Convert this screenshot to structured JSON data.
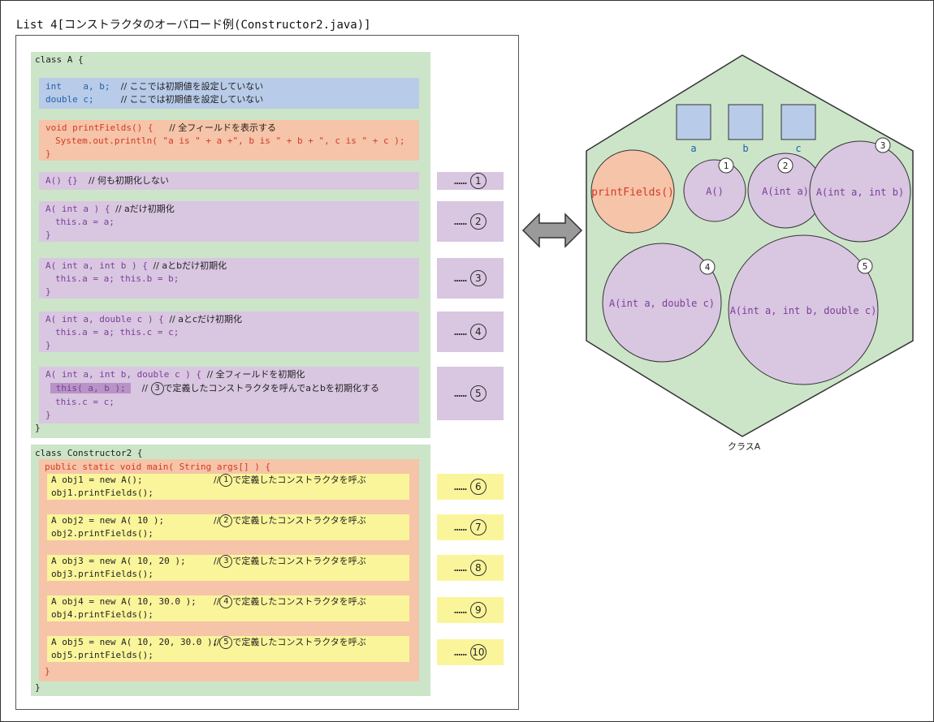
{
  "title": "List 4[コンストラクタのオーバロード例(Constructor2.java)]",
  "classA": {
    "open": "class A {",
    "close": "}",
    "fields": [
      {
        "code": "int    a, b;",
        "comment": "// ここでは初期値を設定していない"
      },
      {
        "code": "double c;",
        "comment": "// ここでは初期値を設定していない"
      }
    ],
    "printFields": {
      "l1_code": "void printFields() {",
      "l1_comment": "// 全フィールドを表示する",
      "l2": "System.out.println( \"a is \" + a +\", b is \" + b + \", c is \" + c );",
      "l3": "}"
    },
    "ctor1": {
      "code": "A() {}",
      "comment": "// 何も初期化しない",
      "mark": "1"
    },
    "ctor2": {
      "l1_code": "A( int a ) {",
      "l1_comment": "// aだけ初期化",
      "l2": "this.a = a;",
      "l3": "}",
      "mark": "2"
    },
    "ctor3": {
      "l1_code": "A( int a, int b ) {",
      "l1_comment": "// aとbだけ初期化",
      "l2": "this.a = a; this.b = b;",
      "l3": "}",
      "mark": "3"
    },
    "ctor4": {
      "l1_code": "A( int a, double c ) {",
      "l1_comment": "// aとcだけ初期化",
      "l2": "this.a = a; this.c = c;",
      "l3": "}",
      "mark": "4"
    },
    "ctor5": {
      "l1_code": "A( int a, int b, double c ) {",
      "l1_comment": "// 全フィールドを初期化",
      "l2_code": "this( a, b );",
      "l2_comment_pre": "//",
      "l2_circle": "3",
      "l2_comment_post": "で定義したコンストラクタを呼んでaとbを初期化する",
      "l3": "this.c = c;",
      "l4": "}",
      "mark": "5"
    }
  },
  "classC2": {
    "open": "class Constructor2 {",
    "main": "public static void main( String args[] ) {",
    "close_main": "}",
    "close": "}",
    "calls": [
      {
        "l1_code": "A obj1 = new A();",
        "circle": "1",
        "comment": "で定義したコンストラクタを呼ぶ",
        "l2": "obj1.printFields();",
        "mark": "6"
      },
      {
        "l1_code": "A obj2 = new A( 10 );",
        "circle": "2",
        "comment": "で定義したコンストラクタを呼ぶ",
        "l2": "obj2.printFields();",
        "mark": "7"
      },
      {
        "l1_code": "A obj3 = new A( 10, 20 );",
        "circle": "3",
        "comment": "で定義したコンストラクタを呼ぶ",
        "l2": "obj3.printFields();",
        "mark": "8"
      },
      {
        "l1_code": "A obj4 = new A( 10, 30.0 );",
        "circle": "4",
        "comment": "で定義したコンストラクタを呼ぶ",
        "l2": "obj4.printFields();",
        "mark": "9"
      },
      {
        "l1_code": "A obj5 = new A( 10, 20, 30.0 );",
        "circle": "5",
        "comment": "で定義したコンストラクタを呼ぶ",
        "l2": "obj5.printFields();",
        "mark": "10"
      }
    ]
  },
  "dots": "……",
  "diagram": {
    "caption": "クラスA",
    "fields": [
      "a",
      "b",
      "c"
    ],
    "method": "printFields()",
    "ctors": [
      {
        "label": "A()",
        "num": "1"
      },
      {
        "label": "A(int a)",
        "num": "2"
      },
      {
        "label": "A(int a, int b)",
        "num": "3"
      },
      {
        "label": "A(int a, double c)",
        "num": "4"
      },
      {
        "label": "A(int a, int b, double c)",
        "num": "5"
      }
    ]
  },
  "colors": {
    "green": "#cce5c9",
    "blue": "#b8cbe8",
    "red": "#f6c4a8",
    "purple": "#d9c6e1",
    "yellow": "#faf59a",
    "arrow": "#9a9a9a"
  }
}
